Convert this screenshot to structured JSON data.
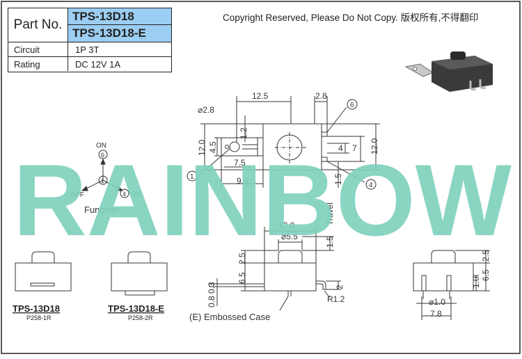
{
  "part_table": {
    "part_no_label": "Part No.",
    "part_numbers": [
      "TPS-13D18",
      "TPS-13D18-E"
    ],
    "circuit_label": "Circuit",
    "circuit_value": "1P 3T",
    "rating_label": "Rating",
    "rating_value": "DC 12V 1A"
  },
  "copyright": "Copyright Reserved, Please Do Not Copy. 版权所有,不得翻印",
  "watermark": "RAINBOW",
  "colors": {
    "header_fill": "#9ccdf2",
    "watermark": "#7fd1bd",
    "line": "#333333"
  },
  "function_diagram": {
    "title": "Function",
    "top_label": "ON",
    "top_pin": "6",
    "center_pin": "1",
    "left_label": "OFF",
    "right_pin": "4",
    "right_label": "ON"
  },
  "front_view": {
    "dims": [
      "12.5",
      "2.8",
      "⌀2.8",
      "1.2",
      "12.0",
      "4.5",
      "7.5",
      "9.5",
      "4",
      "7",
      "12.0",
      "1.5"
    ],
    "pins": [
      "1",
      "6",
      "4"
    ]
  },
  "side_view": {
    "dims": [
      "12.0",
      "⌀5.5",
      "1.5",
      "Travel",
      "2.5",
      "6.5",
      "0.8",
      "0.3",
      "2",
      "R1.2"
    ],
    "note": "(E) Embossed Case"
  },
  "right_view": {
    "dims": [
      "2.5",
      "6.5",
      "1.0",
      "⌀1.0",
      "7.8"
    ]
  },
  "variants": [
    {
      "name": "TPS-13D18",
      "code": "P258-1R"
    },
    {
      "name": "TPS-13D18-E",
      "code": "P258-2R"
    }
  ]
}
